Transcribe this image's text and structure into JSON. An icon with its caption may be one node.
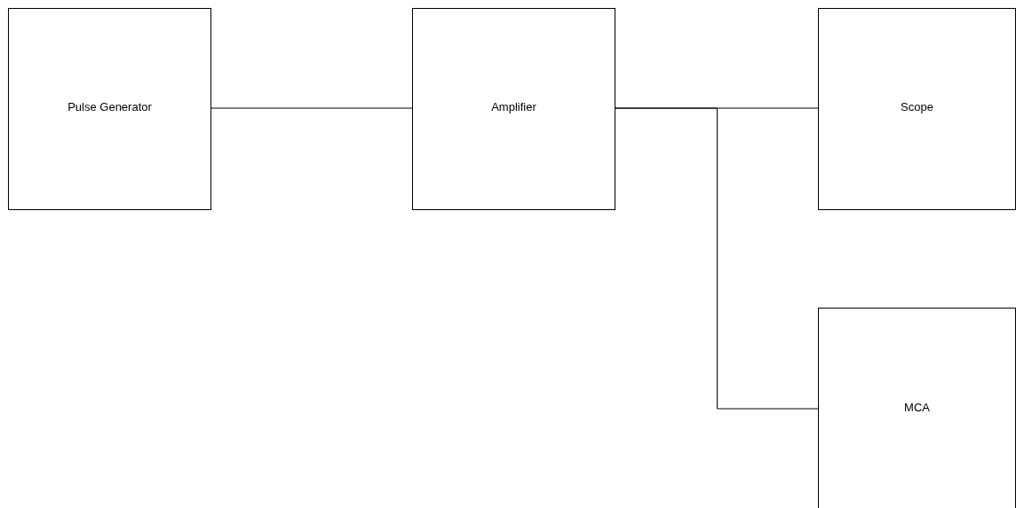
{
  "diagram": {
    "nodes": [
      {
        "text": [
          "Pulse Generator"
        ]
      },
      {
        "text": [
          "Amplifier"
        ]
      },
      {
        "text": [
          "Scope"
        ]
      },
      {
        "text": [
          "MCA"
        ]
      }
    ],
    "edges": [
      {
        "from": 0,
        "to": 1,
        "arrow": "none"
      },
      {
        "from": 1,
        "to": 2,
        "arrow": "none"
      },
      {
        "from": 1,
        "to": 3,
        "arrow": "none"
      }
    ]
  }
}
